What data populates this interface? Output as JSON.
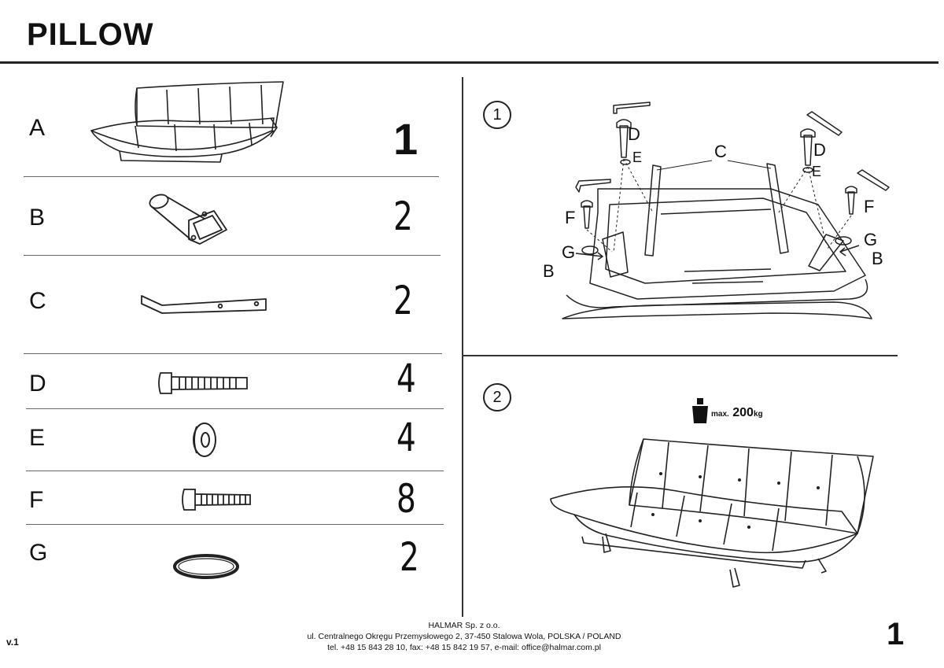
{
  "title": "PILLOW",
  "parts": [
    {
      "letter": "A",
      "qty": "1",
      "icon": "sofa-icon"
    },
    {
      "letter": "B",
      "qty": "2",
      "icon": "leg-bracket-icon"
    },
    {
      "letter": "C",
      "qty": "2",
      "icon": "metal-bar-icon"
    },
    {
      "letter": "D",
      "qty": "4",
      "icon": "long-bolt-icon"
    },
    {
      "letter": "E",
      "qty": "4",
      "icon": "washer-icon"
    },
    {
      "letter": "F",
      "qty": "8",
      "icon": "short-bolt-icon"
    },
    {
      "letter": "G",
      "qty": "2",
      "icon": "ring-icon"
    }
  ],
  "steps": [
    {
      "number": "1",
      "labels": {
        "c": "C",
        "d": "D",
        "e": "E",
        "f": "F",
        "g": "G",
        "b": "B"
      }
    },
    {
      "number": "2",
      "max_load": {
        "label": "max.",
        "value": "200",
        "unit": "kg"
      }
    }
  ],
  "footer": {
    "company": "HALMAR Sp. z o.o.",
    "address": "ul. Centralnego Okręgu Przemysłowego 2, 37-450 Stalowa Wola, POLSKA / POLAND",
    "contact": "tel. +48 15 843 28 10, fax: +48 15 842 19 57, e-mail: office@halmar.com.pl"
  },
  "version": "v.1",
  "page_number": "1"
}
